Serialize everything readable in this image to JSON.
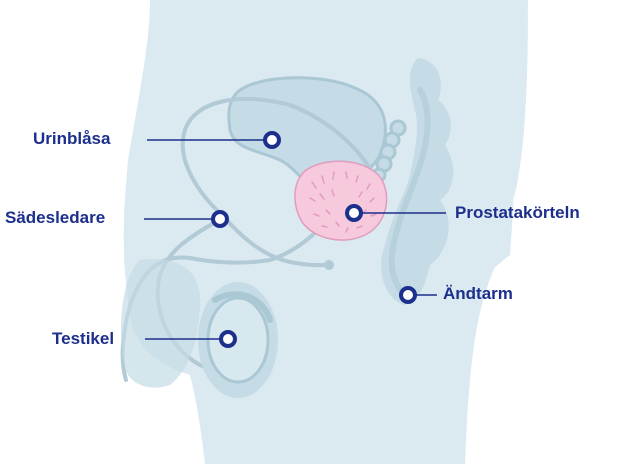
{
  "labels": {
    "bladder": "Urinblåsa",
    "vas_deferens": "Sädesledare",
    "testicle": "Testikel",
    "prostate": "Prostatakörteln",
    "rectum": "Ändtarm"
  },
  "colors": {
    "body": "#dbe9f0",
    "organ": "#c5dbe5",
    "organ_outline": "#aac7d4",
    "duct": "#b1cad6",
    "prostate_fill": "#f6c9dd",
    "prostate_detail": "#e39bbf",
    "label_text": "#1c2f8c",
    "leader_line": "#1c2f8c",
    "marker_ring": "#1c2f8c",
    "marker_center": "#ffffff"
  }
}
